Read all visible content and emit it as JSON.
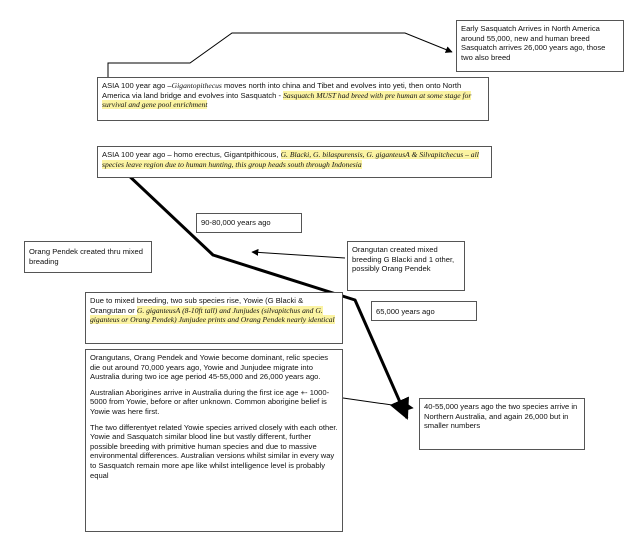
{
  "boxes": {
    "early_sasquatch": "Early Sasquatch Arrives in North America around 55,000, new and human breed Sasquatch arrives 26,000 years ago, those two also breed",
    "asia_giganto": {
      "prefix": "ASIA 100 year ago –",
      "species": "Gigantopithecus",
      "middle": " moves north into china and Tibet and evolves into yeti, then onto North America via land bridge and evolves into Sasquatch - ",
      "highlight": "Sasquatch MUST had breed with pre human at some stage for survival and gene pool enrichment"
    },
    "asia_erectus": {
      "prefix": "ASIA 100 year ago – homo erectus, Gigantpithicous, ",
      "highlight": "G. Blacki, G. bilaspurensis, G. giganteusA & Silvapitchecus – all species leave region due to human hunting, this group heads south through Indonesia"
    },
    "years_90_80": "90-80,000 years ago",
    "orang_pendek": "Orang Pendek created thru mixed breading",
    "orangutan_mixed": "Orangutan created mixed breeding G Blacki and 1 other, possibly Orang Pendek",
    "mixed_breeding": {
      "prefix": "Due to mixed breeding, two sub species rise, Yowie (G Blacki & Orangutan or ",
      "highlight": "G. giganteusA (8-10ft tall) and Junjudes (silvapitchus and G. giganteus or Orang Pendek) Junjudee prints and Orang Pendek nearly identical"
    },
    "years_65": "65,000 years ago",
    "dominant": {
      "p1": "Orangutans, Orang Pendek and Yowie become dominant, relic species die out around 70,000 years ago, Yowie and Junjudee migrate into Australia during two ice age period 45-55,000 and 26,000 years ago.",
      "p2": "Australian Aborigines arrive in Australia during the first ice age +- 1000-5000 from Yowie, before or after unknown. Common aborigine belief is Yowie was here first.",
      "p3": "The two differentyet related Yowie species arrived closely with each other. Yowie and Sasquatch similar blood line but vastly different, further possible breeding with primitive human species and due to massive environmental differences. Australian versions whilst similar in every way to Sasquatch remain more ape like whilst intelligence level is probably equal"
    },
    "northern_australia": "40-55,000 years ago the two species arrive in Northern Australia, and again 26,000 but in smaller numbers"
  },
  "colors": {
    "highlight": "#fbf3a2",
    "border": "#555555",
    "line": "#000000"
  }
}
